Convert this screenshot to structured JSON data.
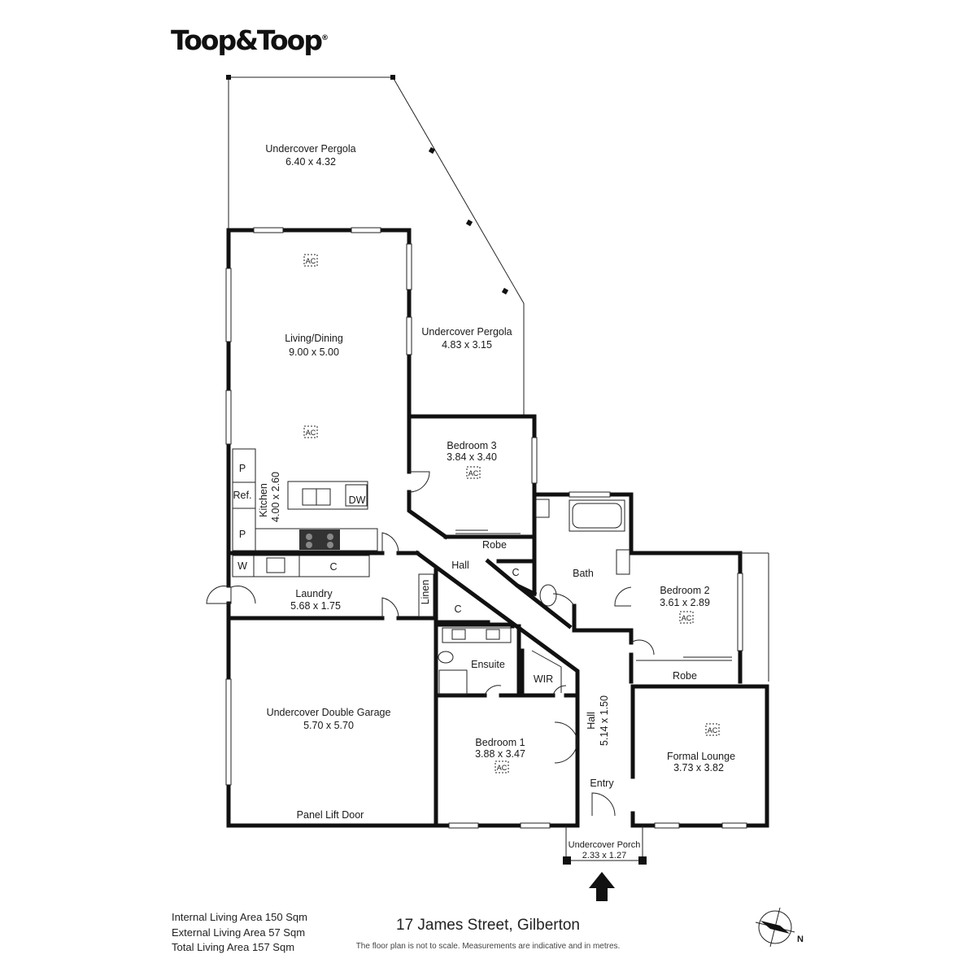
{
  "brand": {
    "name": "Toop&Toop",
    "mark": "®"
  },
  "rooms": {
    "pergola_top": {
      "name": "Undercover Pergola",
      "size": "6.40 x 4.32"
    },
    "pergola_side": {
      "name": "Undercover Pergola",
      "size": "4.83 x 3.15"
    },
    "living": {
      "name": "Living/Dining",
      "size": "9.00 x 5.00",
      "ac": [
        "AC",
        "AC"
      ]
    },
    "kitchen": {
      "name": "Kitchen",
      "size": "4.00 x 2.60"
    },
    "bedroom3": {
      "name": "Bedroom 3",
      "size": "3.84 x 3.40",
      "ac": "AC",
      "robe": "Robe"
    },
    "bath": {
      "name": "Bath"
    },
    "bedroom2": {
      "name": "Bedroom 2",
      "size": "3.61 x 2.89",
      "ac": "AC",
      "robe": "Robe"
    },
    "hall_small": {
      "name": "Hall"
    },
    "laundry": {
      "name": "Laundry",
      "size": "5.68 x 1.75"
    },
    "linen": {
      "name": "Linen"
    },
    "ensuite": {
      "name": "Ensuite"
    },
    "wir": {
      "name": "WIR"
    },
    "garage": {
      "name": "Undercover Double Garage",
      "size": "5.70 x 5.70",
      "door": "Panel Lift Door"
    },
    "bedroom1": {
      "name": "Bedroom 1",
      "size": "3.88 x 3.47",
      "ac": "AC"
    },
    "hall_main": {
      "name": "Hall",
      "size": "5.14 x 1.50"
    },
    "formal_lounge": {
      "name": "Formal Lounge",
      "size": "3.73 x 3.82",
      "ac": "AC"
    },
    "entry": {
      "name": "Entry"
    },
    "porch": {
      "name": "Undercover Porch",
      "size": "2.33 x 1.27"
    }
  },
  "fixtures": {
    "pantry": "P",
    "fridge": "Ref.",
    "dishwasher": "DW",
    "washer": "W",
    "cupboard": "C"
  },
  "areas": [
    "Internal Living Area 150 Sqm",
    "External Living Area 57 Sqm",
    "Total Living Area 157 Sqm"
  ],
  "address": "17 James Street, Gilberton",
  "disclaimer": "The floor plan is not to scale. Measurements are indicative and in metres.",
  "compass": {
    "label": "N"
  },
  "colors": {
    "walls": "#111111",
    "background": "#ffffff"
  },
  "icons": [
    "compass-icon",
    "entry-arrow-icon",
    "ac-unit-icon",
    "sink-icon",
    "cooktop-icon",
    "toilet-icon",
    "bath-icon",
    "door-swing-icon"
  ]
}
